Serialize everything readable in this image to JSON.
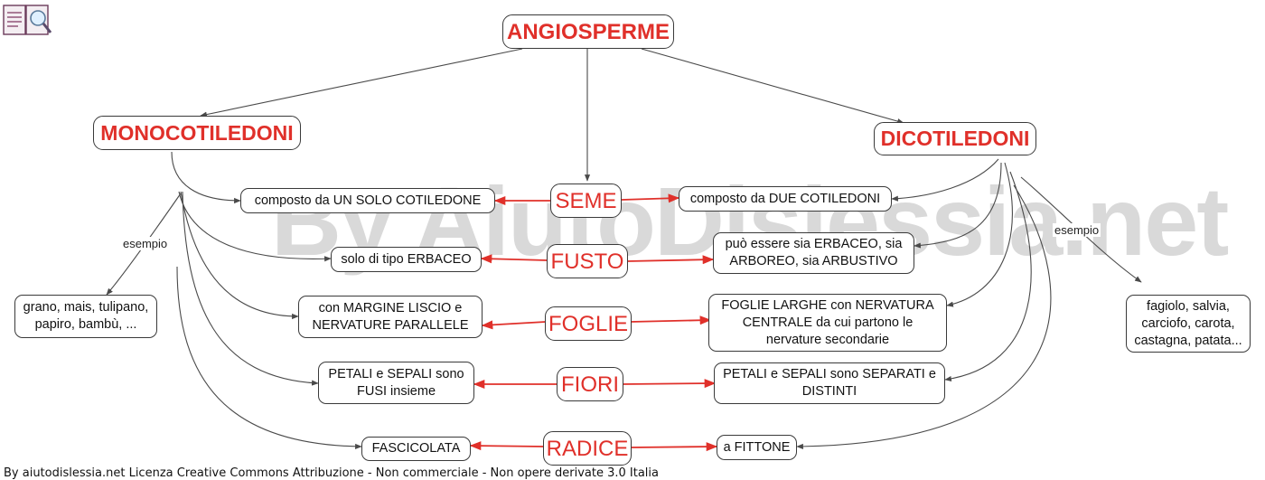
{
  "watermark": "By AiutoDislessia.net",
  "root": "ANGIOSPERME",
  "groups": {
    "mono": "MONOCOTILEDONI",
    "di": "DICOTILEDONI"
  },
  "link_label": "esempio",
  "categories": [
    {
      "label": "SEME",
      "mono": "composto da UN SOLO COTILEDONE",
      "di": "composto da DUE COTILEDONI"
    },
    {
      "label": "FUSTO",
      "mono": "solo di tipo ERBACEO",
      "di": "può essere sia ERBACEO, sia ARBOREO, sia ARBUSTIVO"
    },
    {
      "label": "FOGLIE",
      "mono": "con MARGINE LISCIO e NERVATURE PARALLELE",
      "di": "FOGLIE LARGHE con NERVATURA CENTRALE da cui partono le nervature secondarie"
    },
    {
      "label": "FIORI",
      "mono": "PETALI e SEPALI sono FUSI insieme",
      "di": "PETALI e SEPALI sono SEPARATI e DISTINTI"
    },
    {
      "label": "RADICE",
      "mono": "FASCICOLATA",
      "di": "a FITTONE"
    }
  ],
  "examples": {
    "mono": "grano, mais, tulipano, papiro, bambù, ...",
    "di": "fagiolo, salvia, carciofo, carota, castagna, patata..."
  },
  "credit": "By aiutodislessia.net Licenza Creative Commons Attribuzione - Non commerciale - Non opere derivate 3.0 Italia",
  "colors": {
    "title_red": "#e0302a",
    "arrow_red": "#e0302a",
    "line": "#4a4a4a",
    "watermark": "#d9d9d9"
  }
}
